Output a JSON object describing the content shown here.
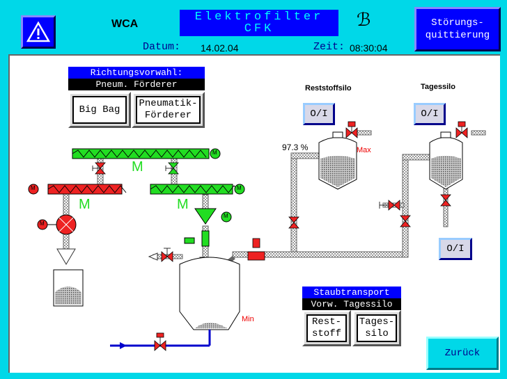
{
  "header": {
    "site": "WCA",
    "title_line1": "Elektrofilter",
    "title_line2": "CFK",
    "date_label": "Datum:",
    "date_value": "14.02.04",
    "time_label": "Zeit:",
    "time_value": "08:30:04",
    "ack_button": "Störungs-\nquittierung",
    "logo_text": "ℬ"
  },
  "direction_panel": {
    "title": "Richtungsvorwahl:",
    "selected": "Pneum. Förderer",
    "buttons": [
      "Big Bag",
      "Pneumatik-\nFörderer"
    ]
  },
  "silos": {
    "reststoff": {
      "label": "Reststoffsilo",
      "button": "O/I",
      "level": "97.3 %",
      "max_label": "Max"
    },
    "tages": {
      "label": "Tagessilo",
      "button": "O/I",
      "lower_button": "O/I"
    }
  },
  "process": {
    "conveyor_marker": "M",
    "motor_symbol": "M",
    "min_label": "Min"
  },
  "transport_panel": {
    "title": "Staubtransport",
    "selected": "Vorw. Tagessilo",
    "buttons": [
      "Rest-\nstoff",
      "Tages-\nsilo"
    ]
  },
  "footer": {
    "back_button": "Zurück"
  },
  "colors": {
    "running": "#22dd22",
    "stopped": "#ee2222",
    "panel_blue": "#0000ff",
    "background": "#00d8e8"
  }
}
